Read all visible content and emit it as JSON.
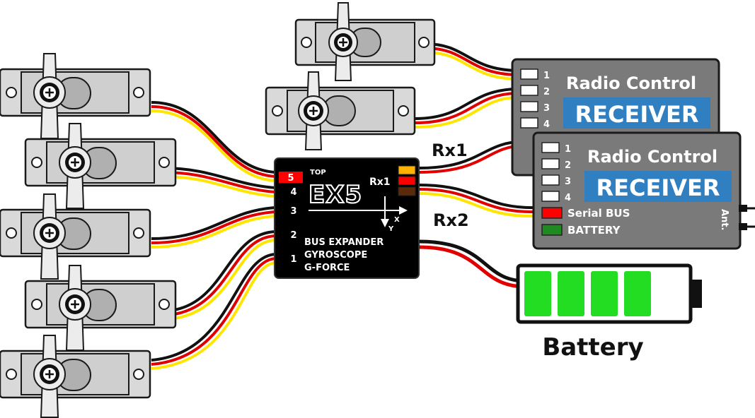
{
  "colors": {
    "servo_body": "#d9d9d9",
    "outline": "#1a1a1a",
    "wire_black": "#111111",
    "wire_red": "#e00000",
    "wire_yellow": "#ffe600",
    "module_bg": "#000000",
    "receiver_bg": "#7a7a7a",
    "receiver_accent": "#2f7fc1",
    "battery_cell": "#22dd22",
    "port_red": "#ff0000",
    "port_green": "#1f8a1f",
    "led_orange": "#ffb300",
    "led_brown": "#5a2a0a"
  },
  "ex5": {
    "title": "EX5",
    "top_label": "TOP",
    "ports": [
      "5",
      "4",
      "3",
      "2",
      "1"
    ],
    "rx1_label": "Rx1",
    "axis_x": "X",
    "axis_y": "Y",
    "function_lines": [
      "BUS EXPANDER",
      "GYROSCOPE",
      "G-FORCE"
    ]
  },
  "receiver_rx1": {
    "brand_label": "Radio Control",
    "title": "RECEIVER",
    "channels": [
      "1",
      "2",
      "3",
      "4"
    ]
  },
  "receiver_rx2": {
    "brand_label": "Radio Control",
    "title": "RECEIVER",
    "channels": [
      "1",
      "2",
      "3",
      "4"
    ],
    "serial_bus_label": "Serial BUS",
    "battery_port_label": "BATTERY",
    "antenna_label": "Ant."
  },
  "links": {
    "rx1": "Rx1",
    "rx2": "Rx2"
  },
  "battery": {
    "label": "Battery",
    "cells": 4
  },
  "servos": {
    "left_count": 5,
    "receiver_count": 2
  }
}
